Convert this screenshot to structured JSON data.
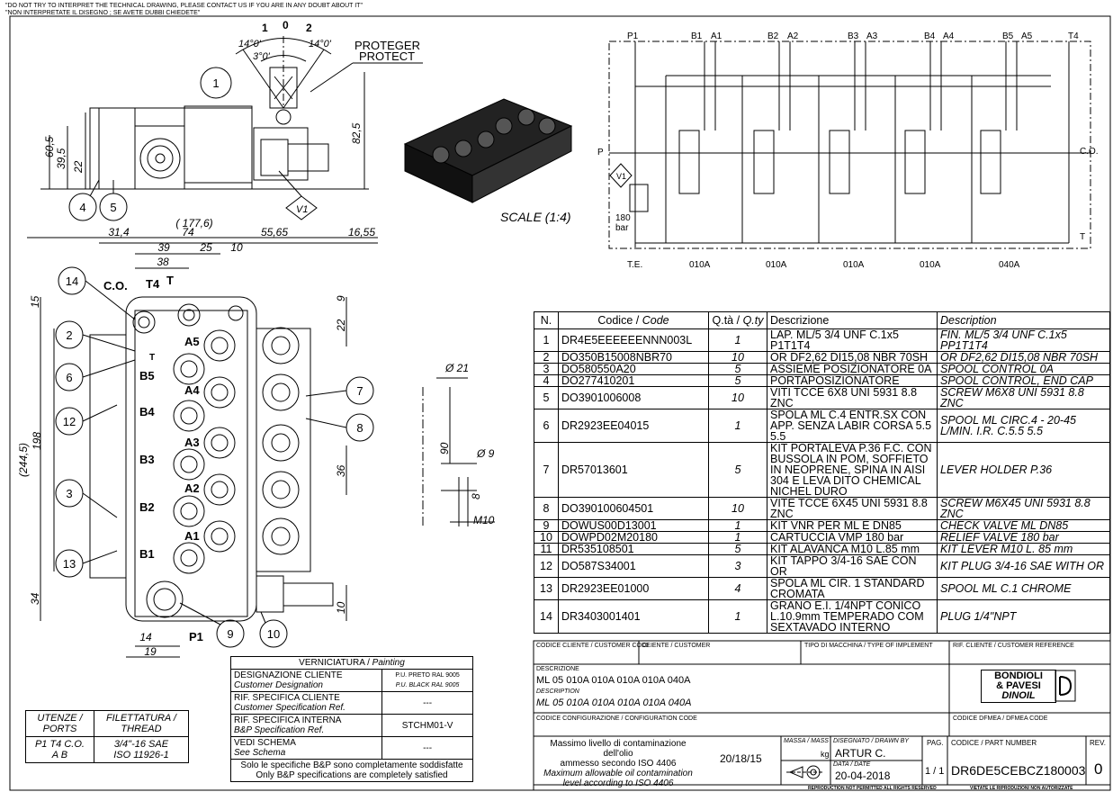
{
  "header": {
    "warn_en": "\"DO NOT TRY TO INTERPRET THE TECHNICAL DRAWING, PLEASE CONTACT US IF YOU ARE IN ANY DOUBT ABOUT IT\"",
    "warn_it": "\"NON INTERPRETATE IL DISEGNO ; SE AVETE DUBBI CHIEDETE\""
  },
  "side_view": {
    "protect_1": "PROTEGER",
    "protect_2": "PROTECT",
    "pos_1": "1",
    "pos_0": "0",
    "pos_2": "2",
    "ang_left": "14°0'",
    "ang_right": "14°0'",
    "ang_mid": "3°0'",
    "dim_60": "60,5",
    "dim_39": "39,5",
    "dim_22": "22",
    "dim_82": "82,5",
    "balloons": [
      "1",
      "4",
      "5"
    ],
    "v1": "V1"
  },
  "scale_label": "SCALE (1:4)",
  "front_view": {
    "dim_total": "( 177,6)",
    "dim_31": "31,4",
    "dim_74": "74",
    "dim_55": "55,65",
    "dim_16": "16,55",
    "dim_39": "39",
    "dim_25": "25",
    "dim_10": "10",
    "dim_38": "38",
    "dim_15": "15",
    "dim_9": "9",
    "dim_22": "22",
    "dim_36": "36",
    "dim_244": "(244,5)",
    "dim_198": "198",
    "dim_34": "34",
    "dim_14": "14",
    "dim_19": "19",
    "dim_10b": "10",
    "co": "C.O.",
    "t4": "T4",
    "t": "T",
    "t2": "T",
    "p1": "P1",
    "ports": [
      "A5",
      "B5",
      "A4",
      "B4",
      "A3",
      "B3",
      "A2",
      "B2",
      "A1",
      "B1"
    ],
    "balloons_left": [
      "14",
      "2",
      "6",
      "12",
      "3",
      "13"
    ],
    "balloons_right": [
      "7",
      "8"
    ],
    "balloons_bottom": [
      "9",
      "10"
    ]
  },
  "lever_detail": {
    "d21": "Ø 21",
    "d90": "90",
    "d9": "Ø 9",
    "d8": "8",
    "m10": "M10"
  },
  "schematic": {
    "top_ports": [
      "P1",
      "B1",
      "A1",
      "B2",
      "A2",
      "B3",
      "A3",
      "B4",
      "A4",
      "B5",
      "A5",
      "T4"
    ],
    "p": "P",
    "co": "C.O.",
    "t": "T",
    "v1": "V1",
    "bar": "180",
    "bar_unit": "bar",
    "bottom": [
      "T.E.",
      "010A",
      "010A",
      "010A",
      "010A",
      "040A"
    ]
  },
  "bom": {
    "headers": {
      "n": "N.",
      "code_it": "Codice",
      "code_en": "Code",
      "qty_it": "Q.tà",
      "qty_en": "Q.ty",
      "desc_it": "Descrizione",
      "desc_en": "Description"
    },
    "rows": [
      {
        "n": "1",
        "code": "DR4E5EEEEEENNN003L",
        "qty": "1",
        "it": "LAP. ML/5 3/4 UNF C.1x5 P1T1T4",
        "en": "FIN. ML/5 3/4 UNF C.1x5 PP1T1T4"
      },
      {
        "n": "2",
        "code": "DO350B15008NBR70",
        "qty": "10",
        "it": "OR DF2,62 DI15,08 NBR 70SH",
        "en": "OR DF2,62 DI15,08 NBR 70SH"
      },
      {
        "n": "3",
        "code": "DO580550A20",
        "qty": "5",
        "it": "ASSIEME POSIZIONATORE 0A",
        "en": "SPOOL CONTROL 0A"
      },
      {
        "n": "4",
        "code": "DO277410201",
        "qty": "5",
        "it": "PORTAPOSIZIONATORE",
        "en": "SPOOL CONTROL, END CAP"
      },
      {
        "n": "5",
        "code": "DO3901006008",
        "qty": "10",
        "it": "VITI TCCE 6X8 UNI 5931 8.8 ZNC",
        "en": "SCREW M6X8 UNI 5931 8.8 ZNC"
      },
      {
        "n": "6",
        "code": "DR2923EE04015",
        "qty": "1",
        "it": "SPOLA ML C.4 ENTR.SX CON APP. SENZA LABIR CORSA 5.5 5.5",
        "en": "SPOOL ML CIRC.4 - 20-45 L/MIN. I.R. C.5.5 5.5"
      },
      {
        "n": "7",
        "code": "DR57013601",
        "qty": "5",
        "it": "KIT PORTALEVA P.36 F.C. CON BUSSOLA IN POM, SOFFIETO IN NEOPRENE, SPINA IN AISI 304 E LEVA DITO CHEMICAL NICHEL DURO",
        "en": "LEVER HOLDER P.36"
      },
      {
        "n": "8",
        "code": "DO390100604501",
        "qty": "10",
        "it": "VITE TCCE 6X45 UNI 5931 8.8 ZNC",
        "en": "SCREW M6X45 UNI 5931 8.8 ZNC"
      },
      {
        "n": "9",
        "code": "DOWUS00D13001",
        "qty": "1",
        "it": "KIT VNR PER ML E DN85",
        "en": "CHECK VALVE ML DN85"
      },
      {
        "n": "10",
        "code": "DOWPD02M20180",
        "qty": "1",
        "it": "CARTUCCIA VMP 180 bar",
        "en": "RELIEF VALVE 180 bar"
      },
      {
        "n": "11",
        "code": "DR535108501",
        "qty": "5",
        "it": "KIT ALAVANCA M10 L.85 mm",
        "en": "KIT LEVER M10 L. 85 mm"
      },
      {
        "n": "12",
        "code": "DO587S34001",
        "qty": "3",
        "it": "KIT TAPPO 3/4-16 SAE CON OR",
        "en": "KIT PLUG 3/4-16 SAE WITH OR"
      },
      {
        "n": "13",
        "code": "DR2923EE01000",
        "qty": "4",
        "it": "SPOLA ML CIR. 1 STANDARD CROMATA",
        "en": "SPOOL ML C.1 CHROME"
      },
      {
        "n": "14",
        "code": "DR3403001401",
        "qty": "1",
        "it": "GRANO E.I. 1/4NPT CONICO L.10.9mm TEMPERADO COM SEXTAVADO INTERNO",
        "en": "PLUG 1/4\"NPT"
      }
    ]
  },
  "painting": {
    "title_it": "VERNICIATURA /",
    "title_en": "Painting",
    "r1_it": "DESIGNAZIONE CLIENTE",
    "r1_en": "Customer Designation",
    "r1_v1": "P.U. PRETO RAL 9005",
    "r1_v2": "P.U. BLACK RAL 9005",
    "r2_it": "RIF. SPECIFICA CLIENTE",
    "r2_en": "Customer Specification Ref.",
    "r2_v": "---",
    "r3_it": "RIF. SPECIFICA INTERNA",
    "r3_en": "B&P Specification Ref.",
    "r3_v": "STCHM01-V",
    "r4_it": "VEDI SCHEMA",
    "r4_en": "See Schema",
    "r4_v": "---",
    "note_it": "Solo le specifiche B&P sono completamente soddisfatte",
    "note_en": "Only B&P specifications are completely satisfied"
  },
  "ports_table": {
    "h1_it": "UTENZE /",
    "h1_en": "PORTS",
    "h2_it": "FILETTATURA /",
    "h2_en": "THREAD",
    "v1a": "P1 T4 C.O.",
    "v1b": "A B",
    "v2a": "3/4\"-16 SAE",
    "v2b": "ISO 11926-1"
  },
  "title_block": {
    "cust_code": "CODICE CLIENTE / CUSTOMER CODE",
    "cust": "CLIENTE / CUSTOMER",
    "machine": "TIPO DI MACCHINA / TYPE OF IMPLEMENT",
    "cust_ref": "RIF. CLIENTE / CUSTOMER REFERENCE",
    "desc_label": "DESCRIZIONE",
    "desc": "ML 05 010A 010A 010A 010A 040A",
    "desc_label_en": "DESCRIPTION",
    "desc_en": "ML 05 010A 010A 010A 010A 040A",
    "config": "CODICE CONFIGURAZIONE / CONFIGURATION CODE",
    "dfmea": "CODICE DFMEA / DFMEA CODE",
    "logo_1": "BONDIOLI",
    "logo_2": "& PAVESI",
    "logo_3": "DINOIL",
    "contam_it_1": "Massimo livello di contaminazione dell'olio",
    "contam_it_2": "ammesso secondo ISO 4406",
    "contam_en_1": "Maximum allowable oil contamination",
    "contam_en_2": "level according to ISO 4406",
    "contam_val": "20/18/15",
    "mass_label": "MASSA / MASS",
    "mass_unit": "kg",
    "drawn_label": "DISEGNATO / DRAWN BY",
    "drawn": "ARTUR C.",
    "date_label": "DATA / DATE",
    "date": "20-04-2018",
    "page_label": "PAG.",
    "page": "1 / 1",
    "part_label": "CODICE / PART NUMBER",
    "part": "DR6DE5CEBCZ180003",
    "rev_label": "REV.",
    "rev": "0",
    "repro_1": "REPRODUCTION NOT PERMITTED ALL RIGHTS RESERVED",
    "repro_2": "VIETATE LE RIPRODUZIONI NON AUTORIZZATE"
  }
}
